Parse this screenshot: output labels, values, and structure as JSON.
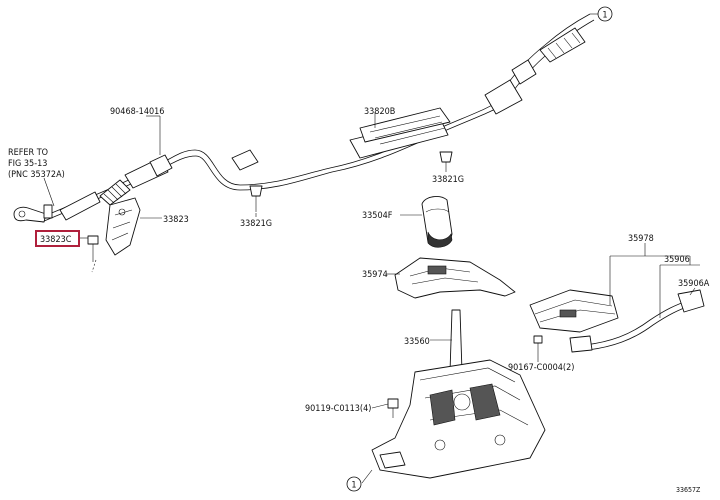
{
  "labels": {
    "refer": [
      "REFER TO",
      "FIG 35-13",
      "(PNC 35372A)"
    ],
    "p90468": "90468-14016",
    "p33820B": "33820B",
    "p33821G_a": "33821G",
    "p33821G_b": "33821G",
    "p33823": "33823",
    "p33823C": "33823C",
    "p33504F": "33504F",
    "p35974": "35974",
    "p35978": "35978",
    "p35906": "35906",
    "p35906A": "35906A",
    "p33560": "33560",
    "p90167": "90167-C0004(2)",
    "p90119": "90119-C0113(4)",
    "ref_top": "1",
    "ref_bottom": "1",
    "diagram_id": "33657Z"
  },
  "colors": {
    "highlight": "#b0203c",
    "ink": "#111111"
  }
}
